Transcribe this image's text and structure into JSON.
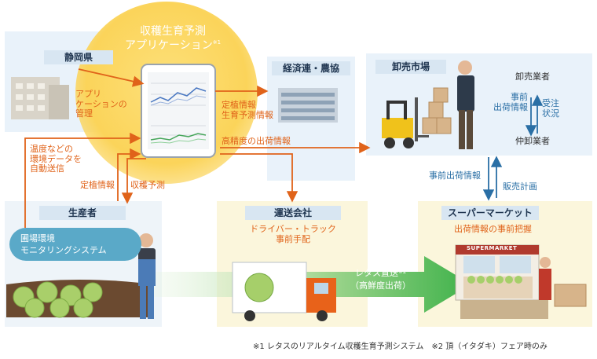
{
  "app": {
    "title_line1": "収穫生育予測",
    "title_line2": "アプリケーション",
    "title_mark": "※1"
  },
  "nodes": {
    "shizuoka": "静岡県",
    "keizairen": "経済連・農協",
    "oroshi": "卸売市場",
    "seisansha": "生産者",
    "unso": "運送会社",
    "super": "スーパーマーケット"
  },
  "labels": {
    "app_manage_1": "アプリ",
    "app_manage_2": "ケーションの",
    "app_manage_3": "管理",
    "env_1": "温度などの",
    "env_2": "環境データを",
    "env_3": "自動送信",
    "teishoku_1": "定植情報",
    "teishoku_2": "生育予測情報",
    "highprec": "高精度の出荷情報",
    "teishoku_up": "定植情報",
    "shukaku_up": "収穫予測",
    "monitor_1": "圃場環境",
    "monitor_2": "モニタリングシステム",
    "driver_1": "ドライバー・トラック",
    "driver_2": "事前手配",
    "super_sub": "出荷情報の事前把握",
    "oroshi_gyosha": "卸売業者",
    "nakaoroshi": "仲卸業者",
    "jizen_1": "事前",
    "jizen_2": "出荷情報",
    "juchu_1": "受注",
    "juchu_2": "状況",
    "jizen_ship": "事前出荷情報",
    "hanbai": "販売計画",
    "lettuce_1": "レタス直送",
    "lettuce_mark": "※2",
    "lettuce_2": "（高鮮度出荷）",
    "footnote": "※1 レタスのリアルタイム収穫生育予測システム　※2 頂（イタダキ）フェア時のみ",
    "store_sign": "SUPERMARKET"
  },
  "colors": {
    "orange": "#e0631a",
    "blue": "#2a6fa5",
    "yellow": "#fbd45a",
    "panel": "#e9f2fa",
    "green": "#3fb24a"
  }
}
